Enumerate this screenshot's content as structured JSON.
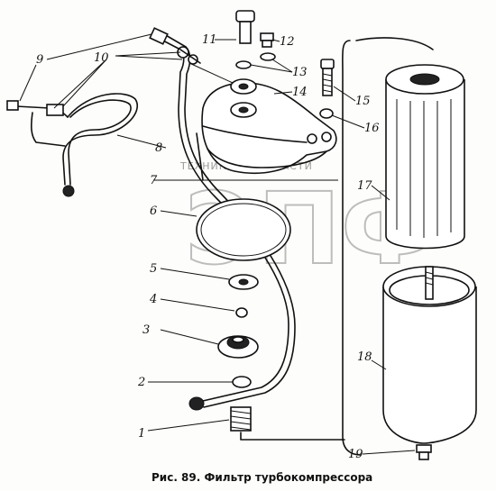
{
  "caption": "Рис. 89. Фильтр турбокомпрессора",
  "watermark": {
    "large": "ЭПФ",
    "small": "ТЕХНИКА И ЗАПЧАСТИ"
  },
  "callouts": [
    "1",
    "2",
    "3",
    "4",
    "5",
    "6",
    "7",
    "8",
    "9",
    "10",
    "11",
    "12",
    "13",
    "14",
    "15",
    "16",
    "17",
    "18",
    "19"
  ]
}
